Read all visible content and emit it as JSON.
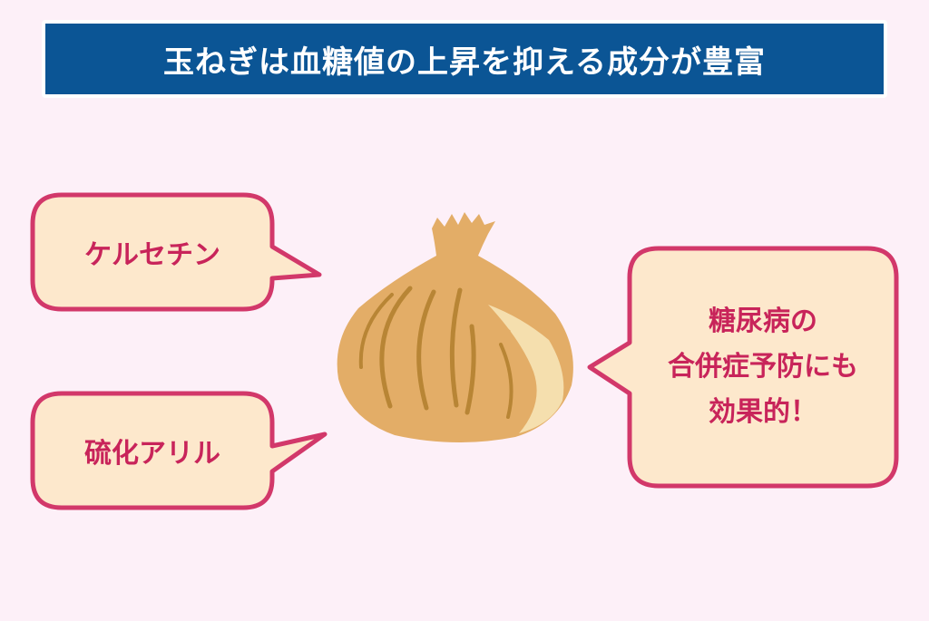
{
  "title": "玉ねぎは血糖値の上昇を抑える成分が豊富",
  "bubbles": {
    "quercetin": "ケルセチン",
    "allyl_sulfide": "硫化アリル",
    "benefit_lines": [
      "糖尿病の",
      "合併症予防にも",
      "効果的！"
    ]
  },
  "colors": {
    "background": "#fdf0f8",
    "title_bg": "#0b5595",
    "bubble_fill": "#fde8cc",
    "bubble_border": "#d2386a",
    "text_accent": "#c8245a",
    "onion_body": "#e3ad67",
    "onion_lines": "#b88535",
    "onion_highlight": "#f5dfae"
  }
}
